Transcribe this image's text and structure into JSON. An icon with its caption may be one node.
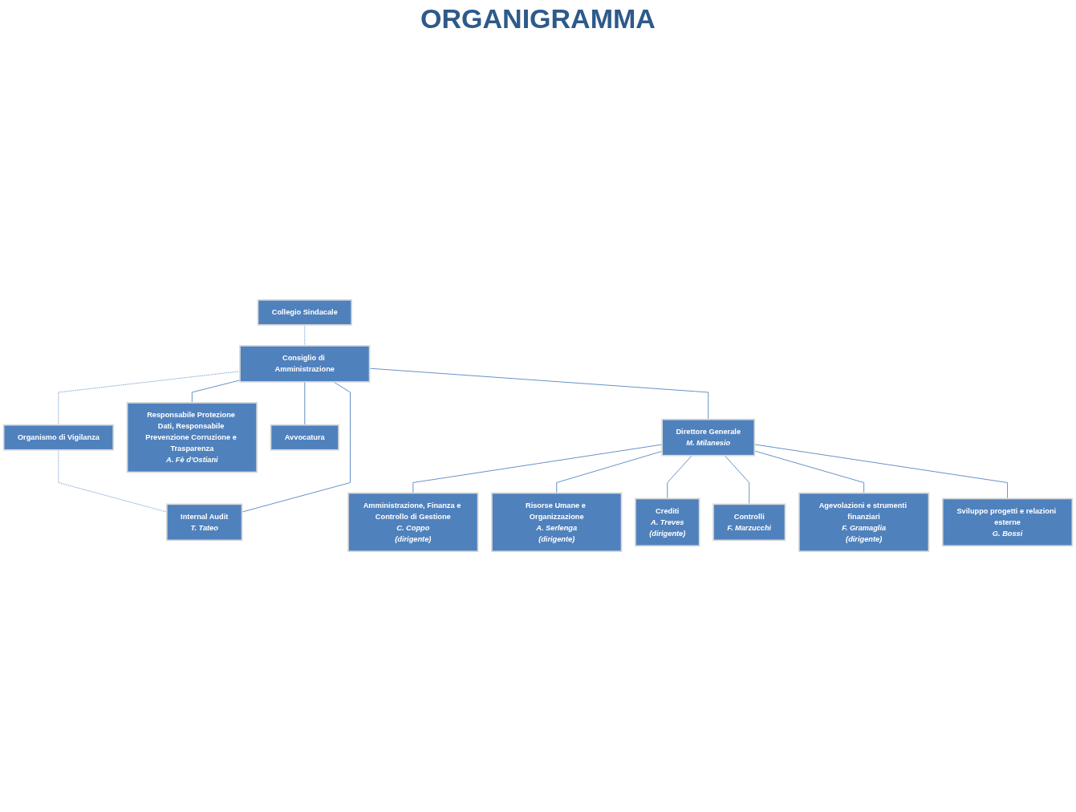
{
  "diagram": {
    "title": "ORGANIGRAMMA",
    "nodes": [
      {
        "text": [
          "Collegio Sindacale"
        ]
      },
      {
        "text": [
          "Consiglio di Amministrazione"
        ]
      },
      {
        "text": [
          "Organismo di Vigilanza"
        ]
      },
      {
        "text": [
          "Responsabile Protezione Dati, Responsabile Prevenzione Corruzione e Trasparenza",
          "A. Fè d’Ostiani"
        ]
      },
      {
        "text": [
          "Internal Audit",
          "T. Tateo"
        ]
      },
      {
        "text": [
          "Avvocatura"
        ]
      },
      {
        "text": [
          "Direttore Generale",
          "M. Milanesio"
        ]
      },
      {
        "text": [
          "Amministrazione, Finanza e Controllo di Gestione",
          "C. Coppo",
          "(dirigente)"
        ]
      },
      {
        "text": [
          "Risorse Umane e Organizzazione",
          "A. Serlenga",
          "(dirigente)"
        ]
      },
      {
        "text": [
          "Crediti",
          "A. Treves",
          "(dirigente)"
        ]
      },
      {
        "text": [
          "Controlli",
          "F. Marzucchi"
        ]
      },
      {
        "text": [
          "Agevolazioni e strumenti finanziari",
          "F. Gramaglia",
          "(dirigente)"
        ]
      },
      {
        "text": [
          "Sviluppo progetti e relazioni esterne",
          "G. Bossi"
        ]
      }
    ],
    "edges": [
      {
        "from": 0,
        "to": 1,
        "arrow": "none",
        "style": "dashed"
      },
      {
        "from": 1,
        "to": 2,
        "arrow": "none",
        "style": "dashed"
      },
      {
        "from": 2,
        "to": 4,
        "arrow": "none",
        "style": "dashed"
      },
      {
        "from": 1,
        "to": 3,
        "arrow": "none"
      },
      {
        "from": 1,
        "to": 4,
        "arrow": "none"
      },
      {
        "from": 1,
        "to": 5,
        "arrow": "none"
      },
      {
        "from": 1,
        "to": 6,
        "arrow": "none"
      },
      {
        "from": 6,
        "to": 7,
        "arrow": "none"
      },
      {
        "from": 6,
        "to": 8,
        "arrow": "none"
      },
      {
        "from": 6,
        "to": 9,
        "arrow": "none"
      },
      {
        "from": 6,
        "to": 10,
        "arrow": "none"
      },
      {
        "from": 6,
        "to": 11,
        "arrow": "none"
      },
      {
        "from": 6,
        "to": 12,
        "arrow": "none"
      }
    ]
  }
}
